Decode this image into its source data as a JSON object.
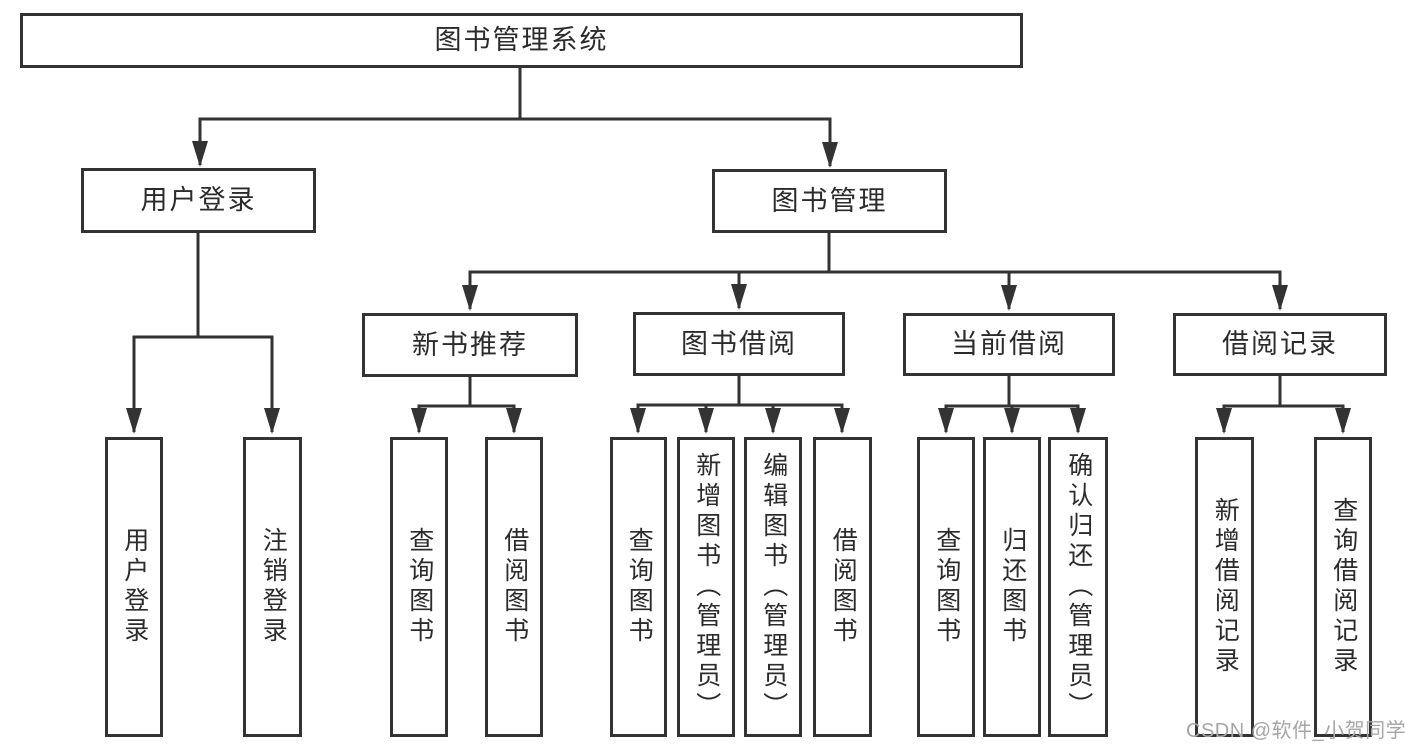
{
  "tree": {
    "root": {
      "label": "图书管理系统"
    },
    "children": [
      {
        "label": "用户登录",
        "children": [
          {
            "label": "用户登录"
          },
          {
            "label": "注销登录"
          }
        ]
      },
      {
        "label": "图书管理",
        "children": [
          {
            "label": "新书推荐",
            "children": [
              {
                "label": "查询图书"
              },
              {
                "label": "借阅图书"
              }
            ]
          },
          {
            "label": "图书借阅",
            "children": [
              {
                "label": "查询图书"
              },
              {
                "label": "新增图书（管理员）"
              },
              {
                "label": "编辑图书（管理员）"
              },
              {
                "label": "借阅图书"
              }
            ]
          },
          {
            "label": "当前借阅",
            "children": [
              {
                "label": "查询图书"
              },
              {
                "label": "归还图书"
              },
              {
                "label": "确认归还（管理员）"
              }
            ]
          },
          {
            "label": "借阅记录",
            "children": [
              {
                "label": "新增借阅记录"
              },
              {
                "label": "查询借阅记录"
              }
            ]
          }
        ]
      }
    ]
  },
  "watermark": {
    "text": "CSDN @软件_小贺同学"
  },
  "colors": {
    "border": "#333333",
    "line": "#333333",
    "text": "#2b2b2b",
    "watermark": "#a6a6a6",
    "background": "#ffffff"
  }
}
